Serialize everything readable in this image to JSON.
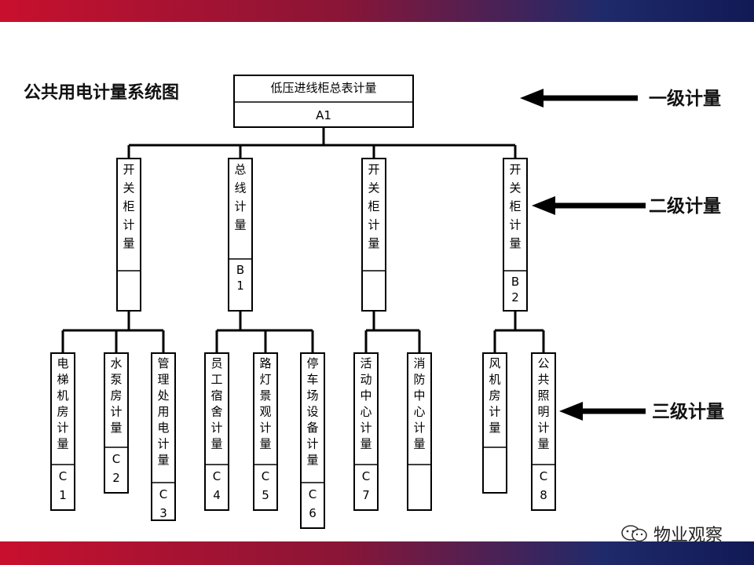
{
  "title": "公共用电计量系统图",
  "root": {
    "label": "低压进线柜总表计量",
    "code": "A1"
  },
  "level_labels": [
    "一级计量",
    "二级计量",
    "三级计量"
  ],
  "level2": [
    {
      "chars": [
        "开",
        "关",
        "柜",
        "计",
        "量"
      ],
      "code": []
    },
    {
      "chars": [
        "总",
        "线",
        "计",
        "量"
      ],
      "code": [
        "B",
        "1"
      ]
    },
    {
      "chars": [
        "开",
        "关",
        "柜",
        "计",
        "量"
      ],
      "code": []
    },
    {
      "chars": [
        "开",
        "关",
        "柜",
        "计",
        "量"
      ],
      "code": [
        "B",
        "2"
      ]
    }
  ],
  "level3": [
    [
      {
        "chars": [
          "电",
          "梯",
          "机",
          "房",
          "计",
          "量"
        ],
        "code": [
          "C",
          "1"
        ]
      },
      {
        "chars": [
          "水",
          "泵",
          "房",
          "计",
          "量"
        ],
        "code": [
          "C",
          "2"
        ]
      },
      {
        "chars": [
          "管",
          "理",
          "处",
          "用",
          "电",
          "计",
          "量"
        ],
        "code": [
          "C",
          "3"
        ]
      }
    ],
    [
      {
        "chars": [
          "员",
          "工",
          "宿",
          "舍",
          "计",
          "量"
        ],
        "code": [
          "C",
          "4"
        ]
      },
      {
        "chars": [
          "路",
          "灯",
          "景",
          "观",
          "计",
          "量"
        ],
        "code": [
          "C",
          "5"
        ]
      },
      {
        "chars": [
          "停",
          "车",
          "场",
          "设",
          "备",
          "计",
          "量"
        ],
        "code": [
          "C",
          "6"
        ]
      }
    ],
    [
      {
        "chars": [
          "活",
          "动",
          "中",
          "心",
          "计",
          "量"
        ],
        "code": [
          "C",
          "7"
        ]
      },
      {
        "chars": [
          "消",
          "防",
          "中",
          "心",
          "计",
          "量"
        ],
        "code": []
      }
    ],
    [
      {
        "chars": [
          "风",
          "机",
          "房",
          "计",
          "量"
        ],
        "code": []
      },
      {
        "chars": [
          "公",
          "共",
          "照",
          "明",
          "计",
          "量"
        ],
        "code": [
          "C",
          "8"
        ]
      }
    ]
  ],
  "watermark": "物业观察",
  "icons": {
    "watermark_icon": "wechat-icon"
  }
}
